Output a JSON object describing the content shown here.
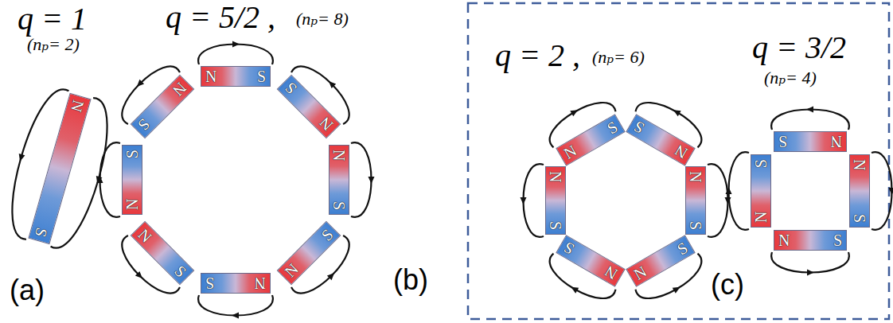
{
  "diagram": {
    "nodes": [
      {
        "text": [
          "N",
          "S"
        ]
      },
      {
        "text": [
          "N",
          "S"
        ]
      },
      {
        "text": [
          "N",
          "S"
        ]
      },
      {
        "text": [
          "N",
          "S"
        ]
      },
      {
        "text": [
          "N",
          "S"
        ]
      },
      {
        "text": [
          "N",
          "S"
        ]
      },
      {
        "text": [
          "N",
          "S"
        ]
      },
      {
        "text": [
          "N",
          "S"
        ]
      },
      {
        "text": [
          "N",
          "S"
        ]
      },
      {
        "text": [
          "N",
          "S"
        ]
      },
      {
        "text": [
          "N",
          "S"
        ]
      },
      {
        "text": [
          "N",
          "S"
        ]
      },
      {
        "text": [
          "N",
          "S"
        ]
      },
      {
        "text": [
          "N",
          "S"
        ]
      },
      {
        "text": [
          "N",
          "S"
        ]
      },
      {
        "text": [
          "N",
          "S"
        ]
      },
      {
        "text": [
          "N",
          "S"
        ]
      },
      {
        "text": [
          "N",
          "S"
        ]
      },
      {
        "text": [
          "N",
          "S"
        ]
      }
    ],
    "labels": [
      "q = 1",
      "(nₚ= 2)",
      "q = 5/2 ,",
      "(nₚ= 8)",
      "q = 2 ,",
      "(nₚ= 6)",
      "q = 3/2",
      "(nₚ= 4)",
      "(a)",
      "(b)",
      "(c)"
    ]
  }
}
